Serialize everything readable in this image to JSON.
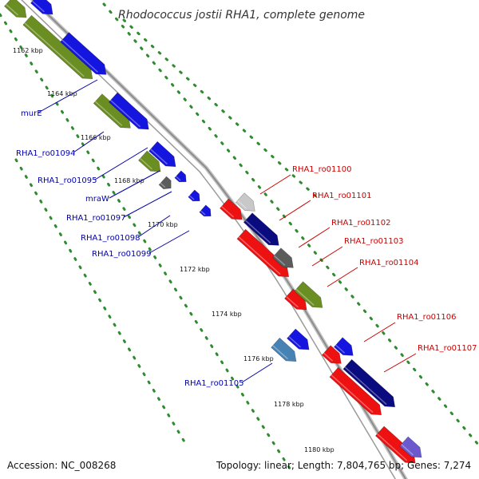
{
  "title": "Rhodococcus jostii RHA1, complete genome",
  "footer": {
    "accession": "Accession: NC_008268",
    "summary": "Topology: linear; Length: 7,804,765 bp; Genes: 7,274"
  },
  "ticks": [
    "1162 kbp",
    "1164 kbp",
    "1166 kbp",
    "1168 kbp",
    "1170 kbp",
    "1172 kbp",
    "1174 kbp",
    "1176 kbp",
    "1178 kbp",
    "1180 kbp"
  ],
  "labels_left": [
    "murE",
    "RHA1_ro01094",
    "RHA1_ro01095",
    "mraW",
    "RHA1_ro01097",
    "RHA1_ro01098",
    "RHA1_ro01099",
    "RHA1_ro01105"
  ],
  "labels_right": [
    "RHA1_ro01100",
    "RHA1_ro01101",
    "RHA1_ro01102",
    "RHA1_ro01103",
    "RHA1_ro01104",
    "RHA1_ro01106",
    "RHA1_ro01107"
  ],
  "colors": {
    "left_label": "#0000aa",
    "right_label": "#cc0000",
    "backbone": "#8c8c8c",
    "dots": "#2e8b2e",
    "blue": "#1515e0",
    "olive": "#6b8e23",
    "red": "#ee1111",
    "navy": "#0b0b80",
    "gray": "#5c5c5c",
    "lightgray": "#c8c8c8",
    "steelblue": "#4682b4",
    "slateblue": "#6a5acd"
  }
}
